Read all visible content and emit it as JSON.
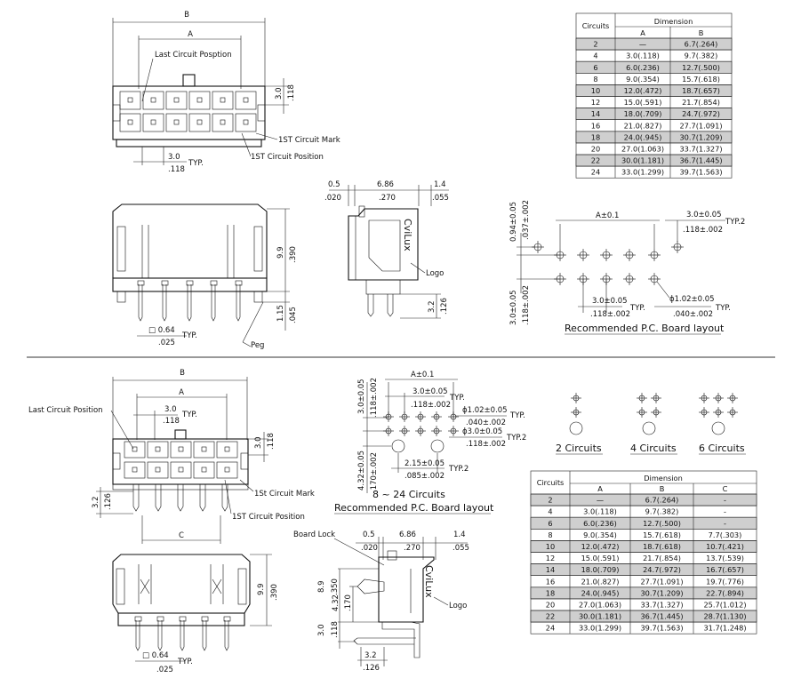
{
  "top_connector": {
    "dim_B": "B",
    "dim_A": "A",
    "last_circuit_label": "Last Circuit Posption",
    "first_mark_label": "1ST Circuit Mark",
    "first_position_label": "1ST Circuit Position",
    "pitch_mm": "3.0",
    "pitch_in": ".118",
    "typ": "TYP.",
    "height_mm": "3.0",
    "height_in": ".118",
    "side_h_mm": "9.9",
    "side_h_in": ".390",
    "peg_mm": "1.15",
    "peg_in": ".045",
    "pin_mm": "□ 0.64",
    "pin_in": ".025",
    "peg_label": "Peg",
    "profile_top_mm": [
      "0.5",
      "6.86",
      "1.4"
    ],
    "profile_top_in": [
      ".020",
      ".270",
      ".055"
    ],
    "profile_pin_mm": "3.2",
    "profile_pin_in": ".126",
    "logo_label": "Logo",
    "brand": "CviLux"
  },
  "top_layout": {
    "title": "Recommended P.C. Board layout",
    "a_tol": "A±0.1",
    "pitch_top_mm": "3.0±0.05",
    "pitch_top_in": ".118±.002",
    "typ2": "TYP.2",
    "left_top_mm": "0.94±0.05",
    "left_top_in": ".037±.002",
    "left_bot_mm": "3.0±0.05",
    "left_bot_in": ".118±.002",
    "pitch_bot_mm": "3.0±0.05",
    "pitch_bot_in": ".118±.002",
    "typ": "TYP.",
    "hole_mm": "ϕ1.02±0.05",
    "hole_in": ".040±.002"
  },
  "table_top": {
    "col_circuits": "Circuits",
    "col_dimension": "Dimension",
    "sub_cols": [
      "A",
      "B"
    ],
    "rows": [
      [
        "2",
        "—",
        "6.7(.264)"
      ],
      [
        "4",
        "3.0(.118)",
        "9.7(.382)"
      ],
      [
        "6",
        "6.0(.236)",
        "12.7(.500)"
      ],
      [
        "8",
        "9.0(.354)",
        "15.7(.618)"
      ],
      [
        "10",
        "12.0(.472)",
        "18.7(.657)"
      ],
      [
        "12",
        "15.0(.591)",
        "21.7(.854)"
      ],
      [
        "14",
        "18.0(.709)",
        "24.7(.972)"
      ],
      [
        "16",
        "21.0(.827)",
        "27.7(1.091)"
      ],
      [
        "18",
        "24.0(.945)",
        "30.7(1.209)"
      ],
      [
        "20",
        "27.0(1.063)",
        "33.7(1.327)"
      ],
      [
        "22",
        "30.0(1.181)",
        "36.7(1.445)"
      ],
      [
        "24",
        "33.0(1.299)",
        "39.7(1.563)"
      ]
    ]
  },
  "bottom_connector": {
    "dim_B": "B",
    "dim_A": "A",
    "dim_C": "C",
    "last_circuit_label": "Last Circuit Position",
    "first_mark_label": "1St Circuit Mark",
    "first_position_label": "1ST Circuit Position",
    "pitch_mm": "3.0",
    "pitch_in": ".118",
    "typ": "TYP.",
    "height_mm": "3.0",
    "height_in": ".118",
    "left_mm": "3.2",
    "left_in": ".126",
    "side_h_mm": "9.9",
    "side_h_in": ".390",
    "pin_mm": "□ 0.64",
    "pin_in": ".025",
    "board_lock_label": "Board Lock",
    "profile_top_mm": [
      "0.5",
      "6.86",
      "1.4"
    ],
    "profile_top_in": [
      ".020",
      ".270",
      ".055"
    ],
    "profile_v1_mm": "8.9",
    "profile_v1_in": ".350",
    "profile_v2_mm": "4.32",
    "profile_v2_in": ".170",
    "profile_v3_mm": "3.0",
    "profile_v3_in": ".118",
    "profile_pin_mm": "3.2",
    "profile_pin_in": ".126",
    "logo_label": "Logo",
    "brand": "CviLux"
  },
  "bottom_layout": {
    "a_tol": "A±0.1",
    "pitch_mm": "3.0±0.05",
    "pitch_in": ".118±.002",
    "typ": "TYP.",
    "hole1_mm": "ϕ1.02±0.05",
    "hole1_in": ".040±.002",
    "hole2_mm": "ϕ3.0±0.05",
    "hole2_in": ".118±.002",
    "typ2": "TYP.2",
    "left_top_mm": "3.0±0.05",
    "left_top_in": ".118±.002",
    "left_bot_mm": "4.32±0.05",
    "left_bot_in": ".170±.002",
    "bottom_mm": "2.15±0.05",
    "bottom_in": ".085±.002",
    "range_title": "8 ~ 24 Circuits",
    "title": "Recommended P.C. Board layout"
  },
  "small_layouts": [
    "2 Circuits",
    "4 Circuits",
    "6 Circuits"
  ],
  "table_bottom": {
    "col_circuits": "Circuits",
    "col_dimension": "Dimension",
    "sub_cols": [
      "A",
      "B",
      "C"
    ],
    "rows": [
      [
        "2",
        "—",
        "6.7(.264)",
        "-"
      ],
      [
        "4",
        "3.0(.118)",
        "9.7(.382)",
        "-"
      ],
      [
        "6",
        "6.0(.236)",
        "12.7(.500)",
        "-"
      ],
      [
        "8",
        "9.0(.354)",
        "15.7(.618)",
        "7.7(.303)"
      ],
      [
        "10",
        "12.0(.472)",
        "18.7(.618)",
        "10.7(.421)"
      ],
      [
        "12",
        "15.0(.591)",
        "21.7(.854)",
        "13.7(.539)"
      ],
      [
        "14",
        "18.0(.709)",
        "24.7(.972)",
        "16.7(.657)"
      ],
      [
        "16",
        "21.0(.827)",
        "27.7(1.091)",
        "19.7(.776)"
      ],
      [
        "18",
        "24.0(.945)",
        "30.7(1.209)",
        "22.7(.894)"
      ],
      [
        "20",
        "27.0(1.063)",
        "33.7(1.327)",
        "25.7(1.012)"
      ],
      [
        "22",
        "30.0(1.181)",
        "36.7(1.445)",
        "28.7(1.130)"
      ],
      [
        "24",
        "33.0(1.299)",
        "39.7(1.563)",
        "31.7(1.248)"
      ]
    ]
  }
}
